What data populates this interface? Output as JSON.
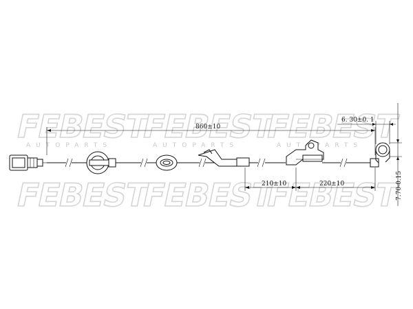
{
  "watermark": {
    "brand": "FEBEST",
    "sub": "AUTOPARTS"
  },
  "dimensions": {
    "total_length": "860±10",
    "seg_left": "210±10",
    "seg_right": "220±10",
    "eye_width": "6. 30±0. 1",
    "eye_height": "7.70-0.15"
  },
  "colors": {
    "line": "#111111",
    "watermark_stroke": "#d4d4d4"
  }
}
